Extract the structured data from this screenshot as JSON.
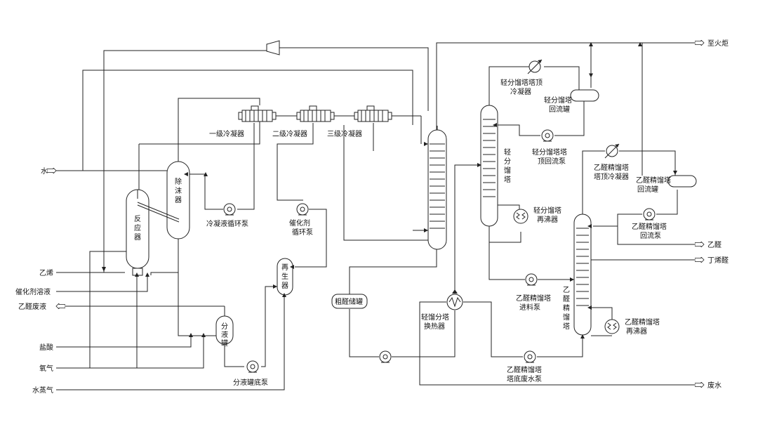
{
  "labels": {
    "to_flare": "至火炬",
    "water": "水",
    "ethylene": "乙烯",
    "catalyst_solution": "催化剂溶液",
    "acetaldehyde_wastewater": "乙醛废液",
    "hydrochloric_acid": "盐酸",
    "oxygen": "氧气",
    "steam": "水蒸气",
    "acetaldehyde_out": "乙醛",
    "crotonaldehyde_out": "丁烯醛",
    "wastewater_out": "废水",
    "cond1": "一级冷凝器",
    "cond2": "二级冷凝器",
    "cond3": "三级冷凝器",
    "reactor": [
      "反",
      "应",
      "器"
    ],
    "demister": [
      "除",
      "沫",
      "器"
    ],
    "cond_pump": "冷凝液循环泵",
    "cat_pump": [
      "催化剂",
      "循环泵"
    ],
    "regenerator": [
      "再",
      "生",
      "器"
    ],
    "sep_tank": [
      "分",
      "液",
      "罐"
    ],
    "sep_pump": "分液罐底泵",
    "crude_tank": "粗醛储罐",
    "hx": [
      "轻馏分塔",
      "换热器"
    ],
    "light_col": [
      "轻",
      "分",
      "馏",
      "塔"
    ],
    "light_cond": [
      "轻分馏塔塔顶",
      "冷凝器"
    ],
    "light_drum": [
      "轻分馏塔",
      "回流罐"
    ],
    "light_reflux_pump": [
      "轻分馏塔塔",
      "顶回流泵"
    ],
    "light_reboiler": [
      "轻分馏塔",
      "再沸器"
    ],
    "feed_pump": [
      "乙醛精馏塔",
      "进料泵"
    ],
    "acet_col": [
      "乙",
      "醛",
      "精",
      "馏",
      "塔"
    ],
    "acet_cond": [
      "乙醛精馏塔",
      "塔顶冷凝器"
    ],
    "acet_drum": [
      "乙醛精馏塔",
      "回流罐"
    ],
    "acet_reflux_pump": [
      "乙醛精馏塔",
      "回流泵"
    ],
    "acet_reboiler": [
      "乙醛精馏塔",
      "再沸器"
    ],
    "bottom_pump": [
      "乙醛精馏塔",
      "塔底废水泵"
    ]
  }
}
